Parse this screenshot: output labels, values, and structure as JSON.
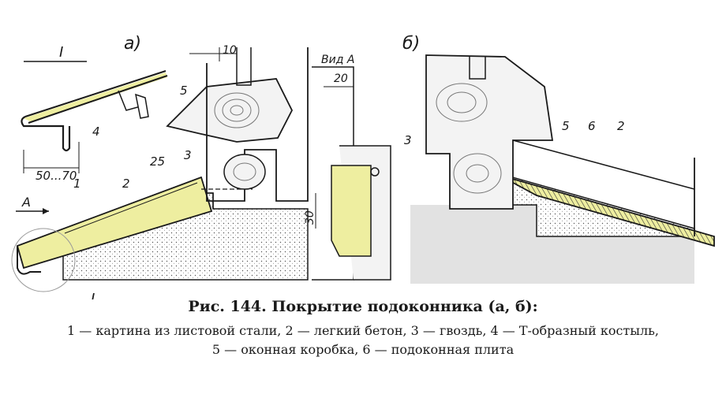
{
  "labels": {
    "part_a": "а)",
    "part_b": "б)",
    "view_a": "Вид А",
    "section_i_top": "I",
    "section_i_bottom": "I",
    "arrow_a": "A",
    "dim_10": "10",
    "dim_20": "20",
    "dim_30": "30",
    "dim_25": "25",
    "dim_50_70": "50...70",
    "n1": "1",
    "n2": "2",
    "n3": "3",
    "n4": "4",
    "n5": "5",
    "n3_view": "3",
    "n5_b": "5",
    "n6_b": "6",
    "n2_b": "2"
  },
  "caption": {
    "title": "Рис. 144. Покрытие подоконника (а, б):",
    "line1": "1 — картина из листовой стали, 2 — легкий бетон, 3 — гвоздь, 4 — Т-образный костыль,",
    "line2": "5 — оконная коробка, 6 — подоконная плита"
  },
  "colors": {
    "highlight": "#eeeea0",
    "ink": "#1a1a1a",
    "concrete": "#d9d9d9"
  }
}
